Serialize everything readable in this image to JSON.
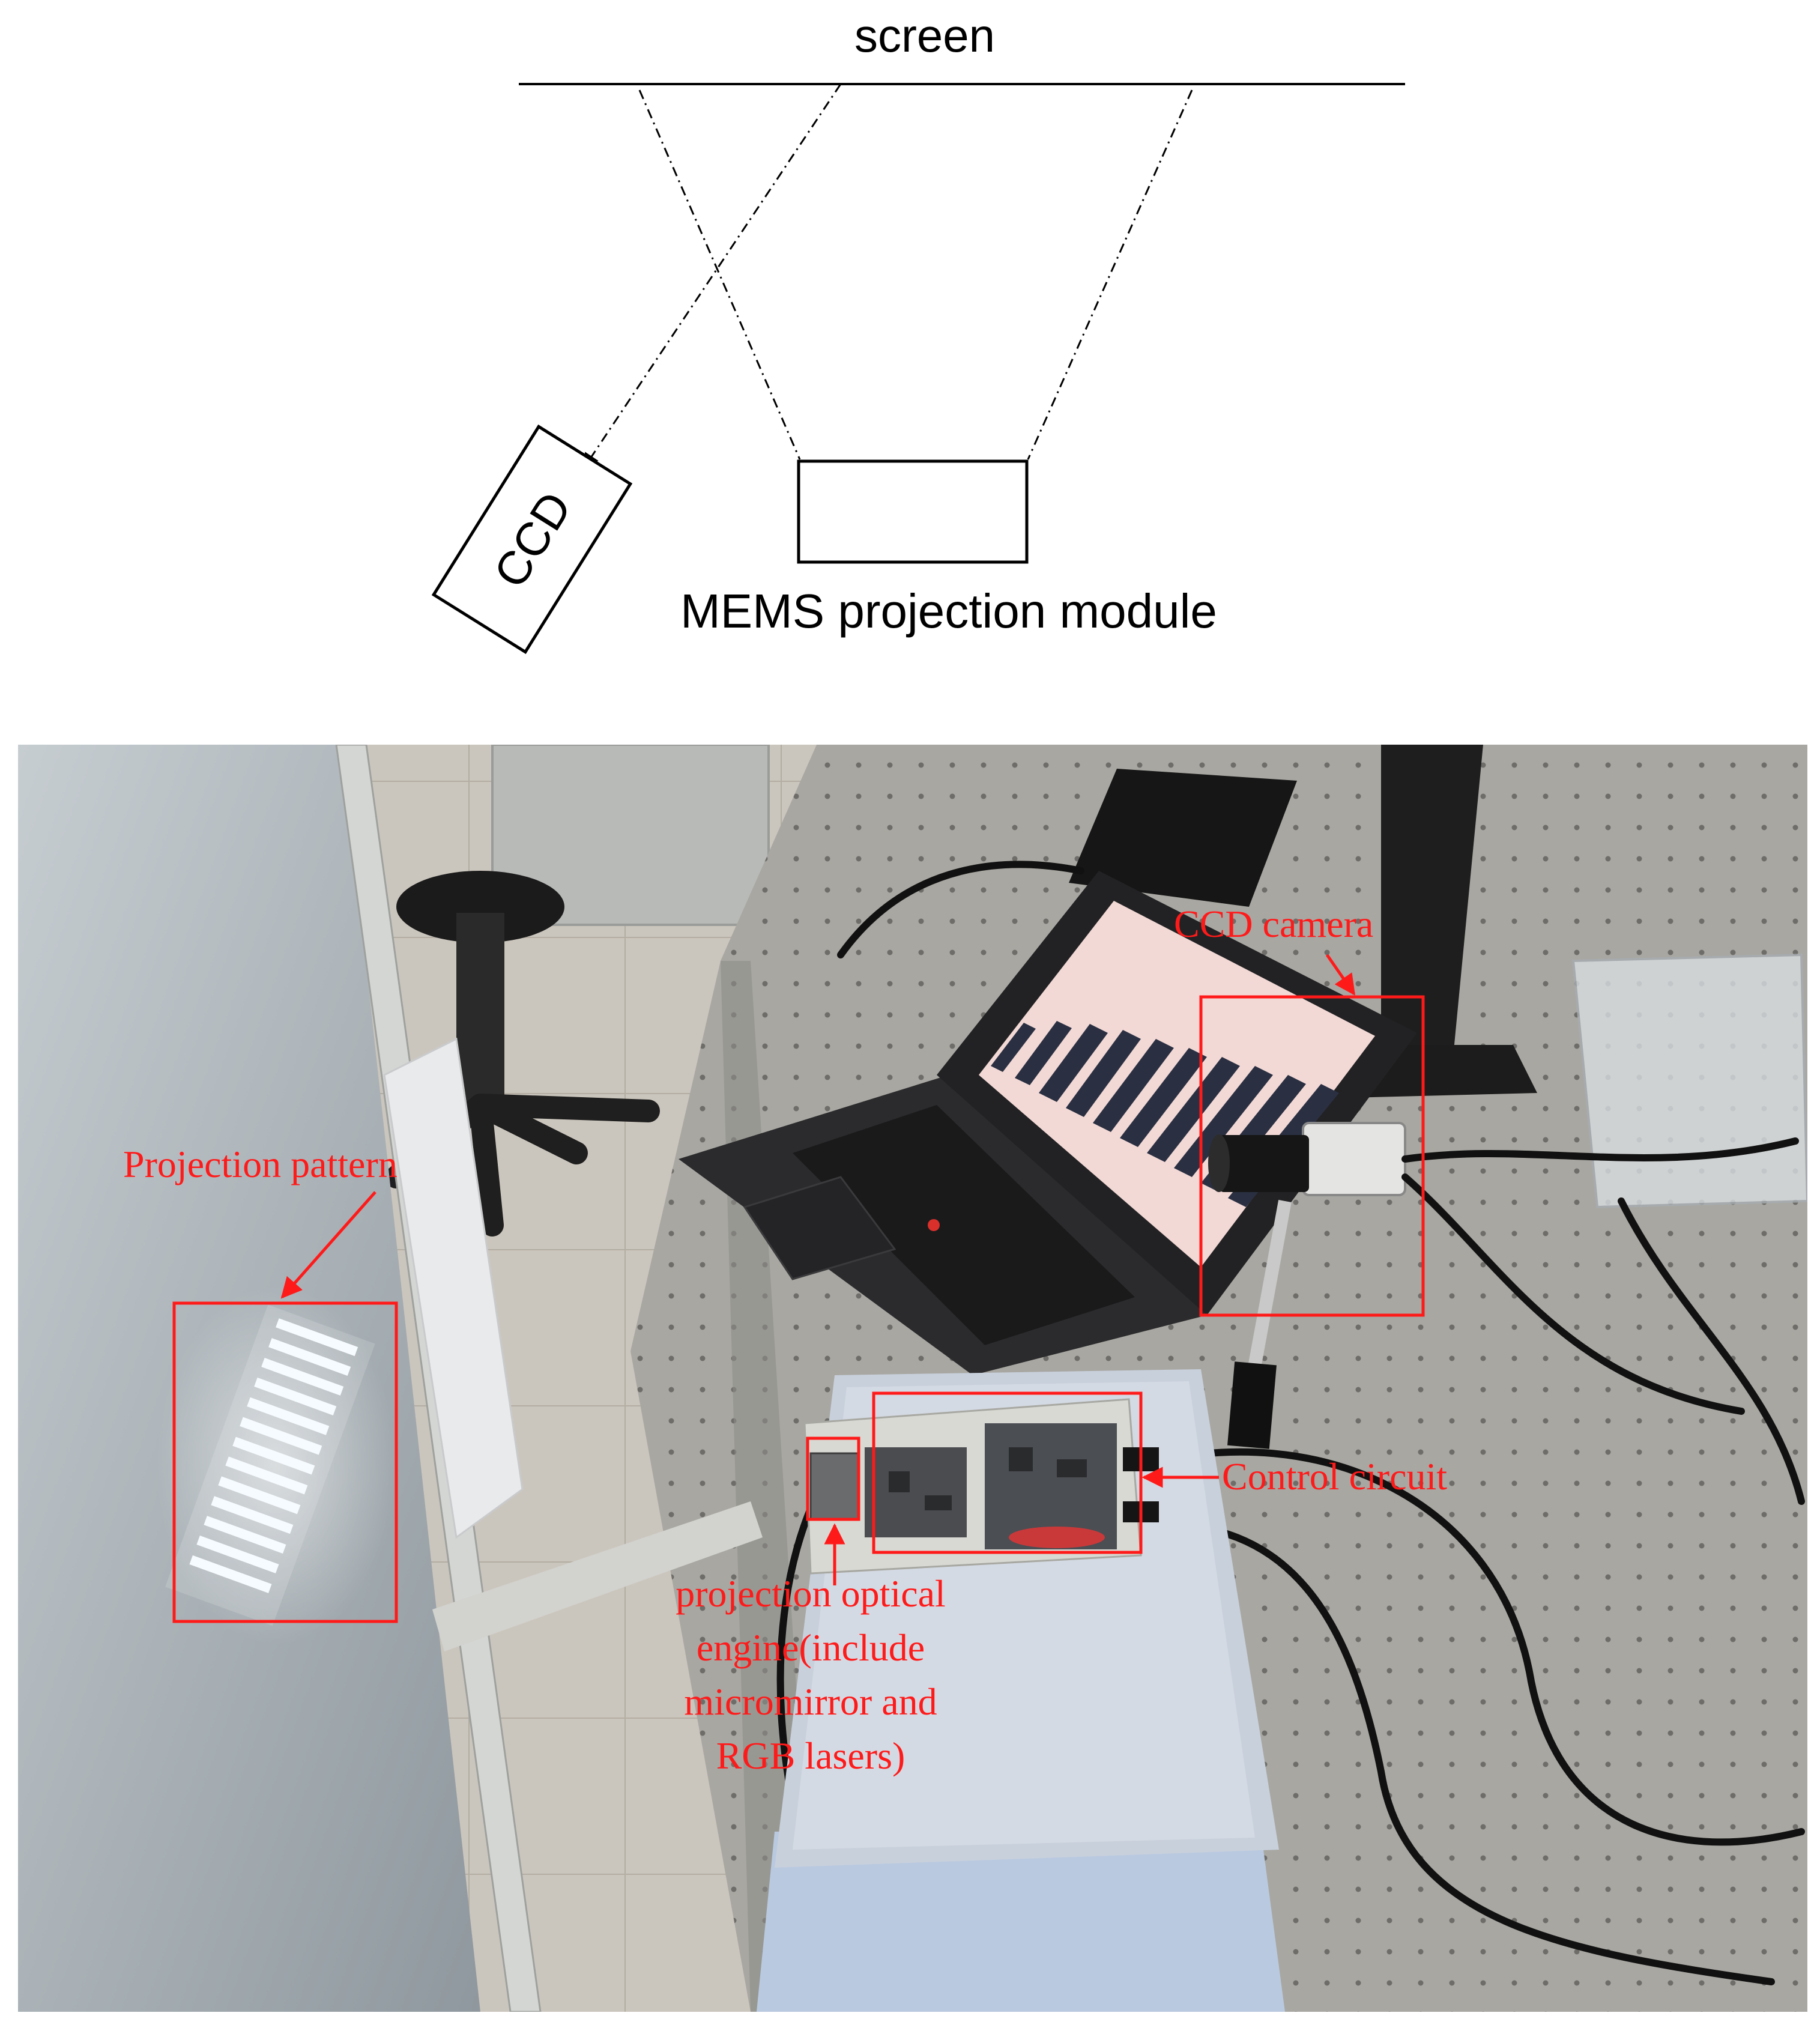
{
  "diagram": {
    "screen_label": "screen",
    "ccd_label": "CCD",
    "module_label": "MEMS projection module"
  },
  "photo": {
    "annotations": {
      "ccd_camera": "CCD camera",
      "projection_pattern": "Projection pattern",
      "control_circuit": "Control circuit",
      "optical_engine_line1": "projection optical",
      "optical_engine_line2": "engine(include",
      "optical_engine_line3": "micromirror and",
      "optical_engine_line4": "RGB lasers)"
    },
    "colors": {
      "annotation": "#ff1a1a",
      "screen_wall": "#b7bfc4",
      "floor": "#c9c4bb",
      "table": "#a9a8a3",
      "laptop": "#2a2a2c",
      "laptop_screen": "#f3d9d6",
      "stripe": "#2a3042",
      "board": "#d9d9d3",
      "pcb": "#4a4c50",
      "light_box": "#b9c9e0"
    }
  }
}
